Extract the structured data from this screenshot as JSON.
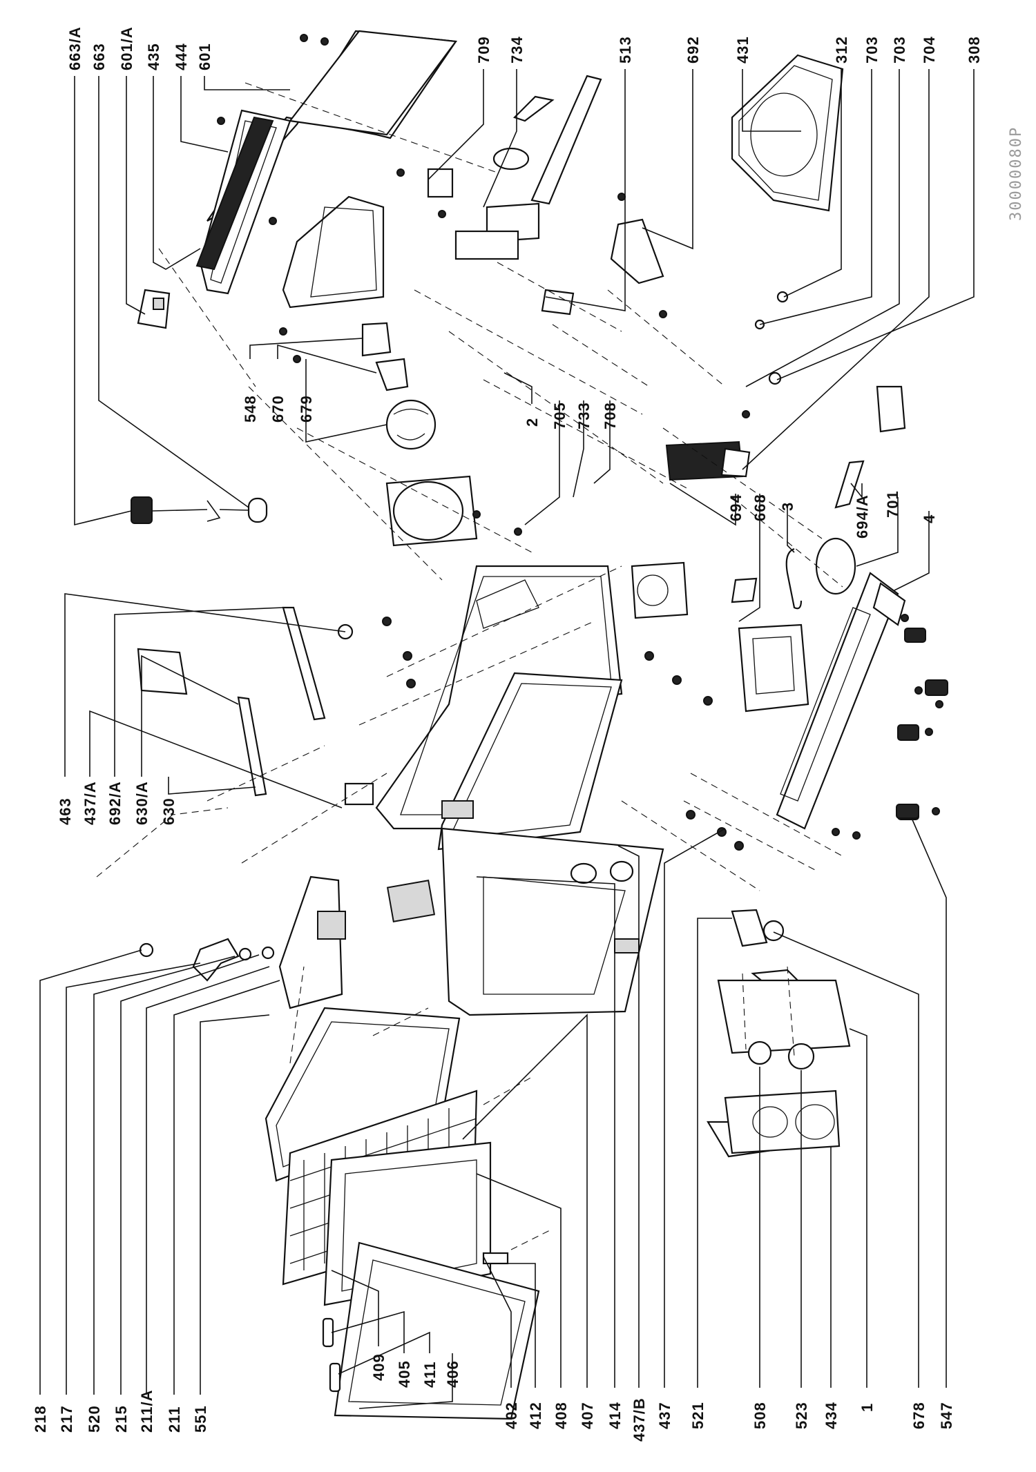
{
  "diagram": {
    "drawing_code": "30000080P",
    "labels_top": [
      "663/A",
      "663",
      "601/A",
      "435",
      "444",
      "601",
      "709",
      "734",
      "513",
      "692",
      "431",
      "312",
      "703",
      "703",
      "704",
      "308"
    ],
    "labels_middle_upper": [
      "548",
      "670",
      "679",
      "2",
      "705",
      "733",
      "708",
      "694",
      "668",
      "3",
      "694/A",
      "701",
      "4"
    ],
    "labels_middle_lower": [
      "463",
      "437/A",
      "692/A",
      "630/A",
      "630"
    ],
    "labels_bottom": [
      "218",
      "217",
      "520",
      "215",
      "211/A",
      "211",
      "551",
      "409",
      "405",
      "411",
      "406",
      "402",
      "412",
      "408",
      "407",
      "414",
      "437/B",
      "437",
      "521",
      "508",
      "523",
      "434",
      "1",
      "678",
      "547"
    ]
  }
}
